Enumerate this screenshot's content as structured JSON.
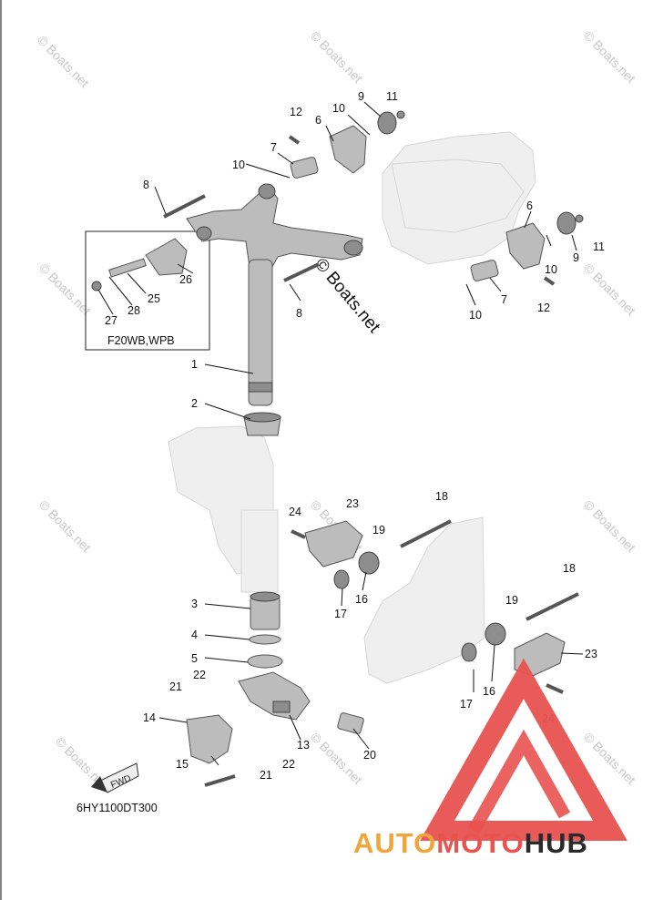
{
  "diagram": {
    "watermark_text": "© Boats.net",
    "diagram_code": "6HY1100DT300",
    "option_label": "F20WB,WPB",
    "direction_label": "FWD",
    "logo": {
      "brand": "AUTOMOTOHUB",
      "part_auto": "AUTO",
      "part_moto": "MOTO",
      "part_hub": "HUB",
      "color_primary": "#e8524f",
      "color_accent": "#f0a53a",
      "color_dark": "#2a2a2a"
    },
    "callouts": [
      {
        "id": "c12a",
        "text": "12"
      },
      {
        "id": "c10a",
        "text": "10"
      },
      {
        "id": "c9a",
        "text": "9"
      },
      {
        "id": "c11a",
        "text": "11"
      },
      {
        "id": "c6a",
        "text": "6"
      },
      {
        "id": "c7a",
        "text": "7"
      },
      {
        "id": "c10b",
        "text": "10"
      },
      {
        "id": "c8a",
        "text": "8"
      },
      {
        "id": "c6b",
        "text": "6"
      },
      {
        "id": "c9b",
        "text": "9"
      },
      {
        "id": "c11b",
        "text": "11"
      },
      {
        "id": "c10c",
        "text": "10"
      },
      {
        "id": "c7b",
        "text": "7"
      },
      {
        "id": "c12b",
        "text": "12"
      },
      {
        "id": "c8b",
        "text": "8"
      },
      {
        "id": "c10d",
        "text": "10"
      },
      {
        "id": "c26",
        "text": "26"
      },
      {
        "id": "c25",
        "text": "25"
      },
      {
        "id": "c28",
        "text": "28"
      },
      {
        "id": "c27",
        "text": "27"
      },
      {
        "id": "c1",
        "text": "1"
      },
      {
        "id": "c2",
        "text": "2"
      },
      {
        "id": "c3",
        "text": "3"
      },
      {
        "id": "c4",
        "text": "4"
      },
      {
        "id": "c5",
        "text": "5"
      },
      {
        "id": "c18a",
        "text": "18"
      },
      {
        "id": "c24a",
        "text": "24"
      },
      {
        "id": "c23a",
        "text": "23"
      },
      {
        "id": "c19a",
        "text": "19"
      },
      {
        "id": "c16a",
        "text": "16"
      },
      {
        "id": "c17a",
        "text": "17"
      },
      {
        "id": "c18b",
        "text": "18"
      },
      {
        "id": "c19b",
        "text": "19"
      },
      {
        "id": "c23b",
        "text": "23"
      },
      {
        "id": "c16b",
        "text": "16"
      },
      {
        "id": "c17b",
        "text": "17"
      },
      {
        "id": "c24b",
        "text": "24"
      },
      {
        "id": "c21a",
        "text": "21"
      },
      {
        "id": "c22a",
        "text": "22"
      },
      {
        "id": "c14",
        "text": "14"
      },
      {
        "id": "c13",
        "text": "13"
      },
      {
        "id": "c20",
        "text": "20"
      },
      {
        "id": "c22b",
        "text": "22"
      },
      {
        "id": "c21b",
        "text": "21"
      },
      {
        "id": "c15",
        "text": "15"
      }
    ]
  }
}
